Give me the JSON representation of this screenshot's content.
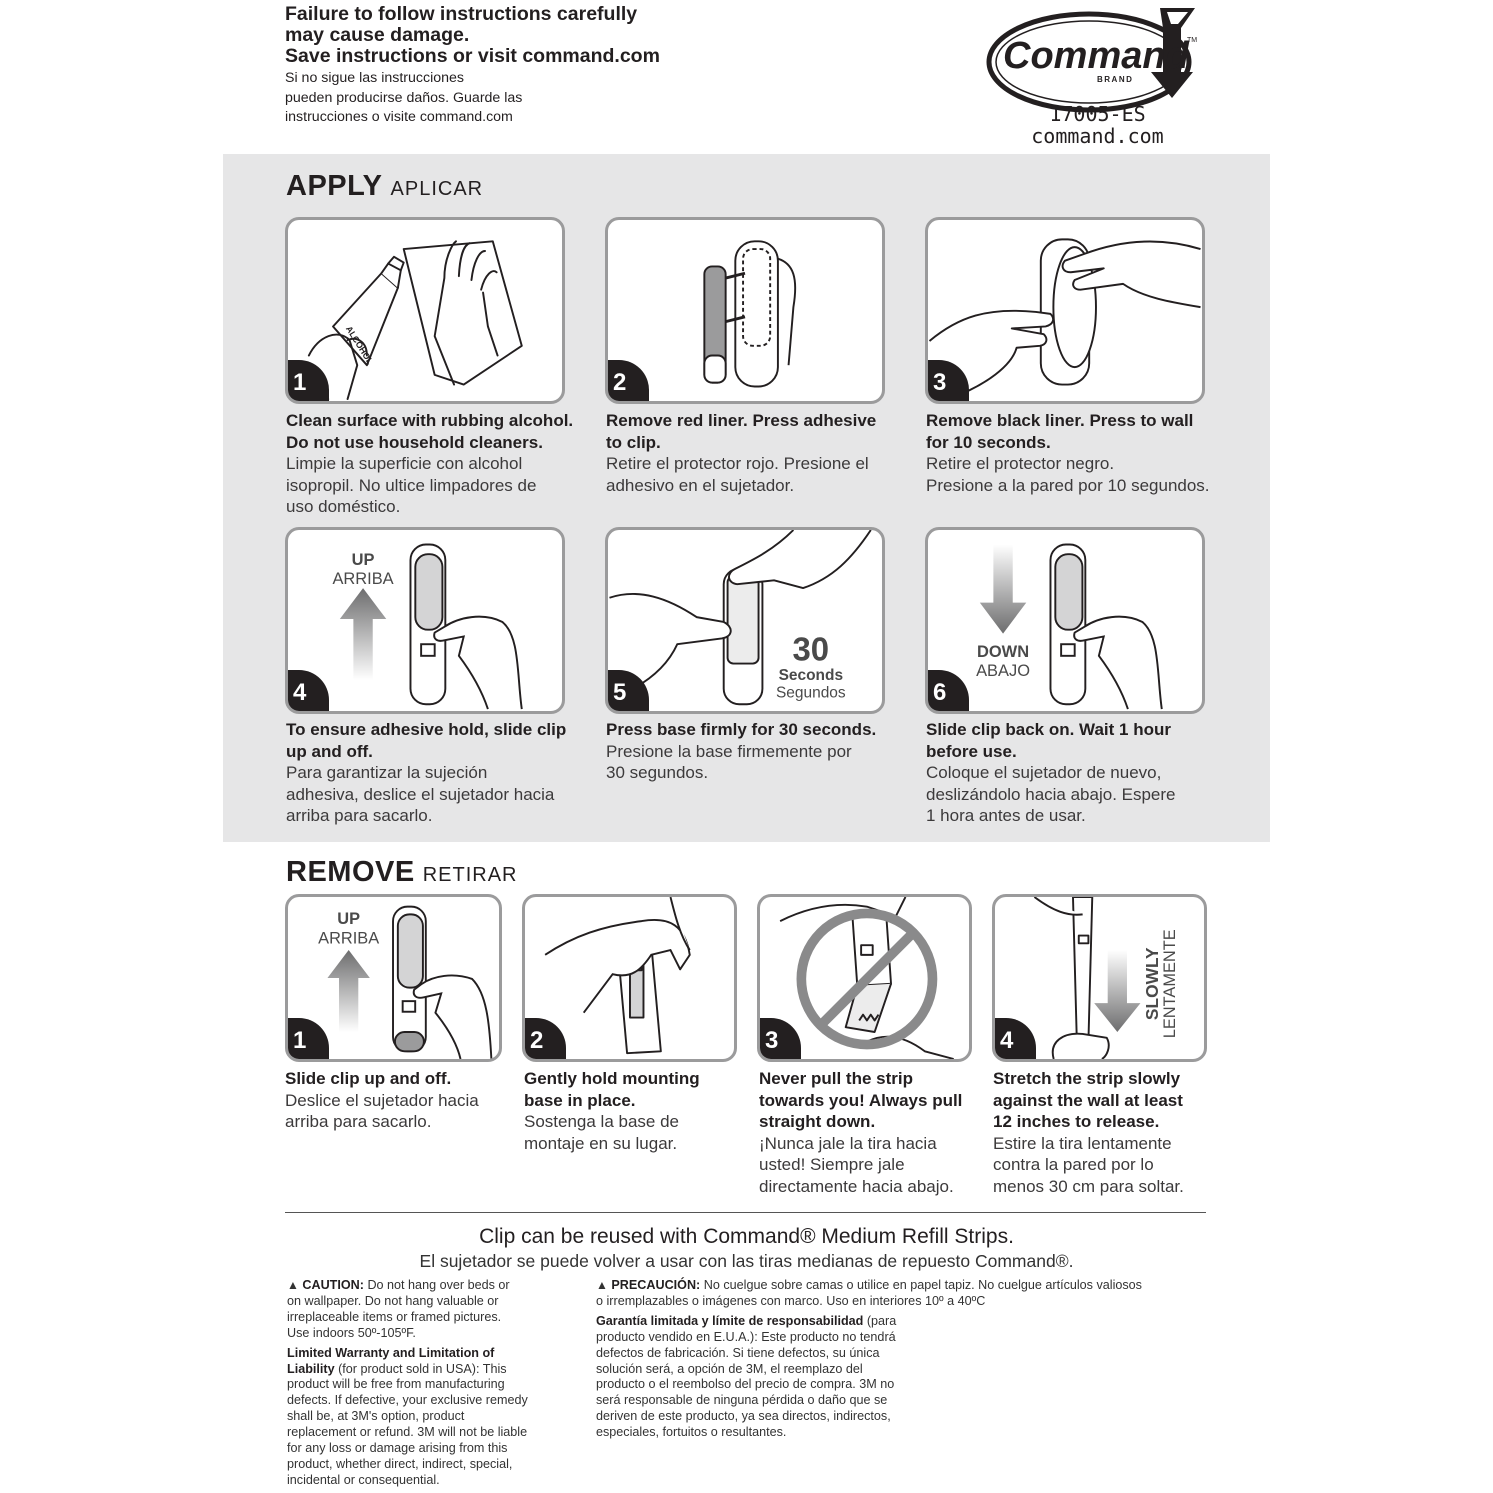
{
  "header": {
    "warning_en_1": "Failure to follow instructions carefully",
    "warning_en_2": "may cause damage.",
    "warning_en_3": "Save instructions or visit command.com",
    "warning_es_1": "Si no sigue las instrucciones",
    "warning_es_2": "pueden producirse daños. Guarde las",
    "warning_es_3": "instrucciones o visite command.com",
    "logo_text": "Command",
    "logo_tm": "TM",
    "logo_brand": "BRAND",
    "model_number": "17005-ES",
    "website": "command.com"
  },
  "apply": {
    "title": "APPLY",
    "subtitle": "APLICAR",
    "steps": [
      {
        "num": "1",
        "en_1": "Clean surface with rubbing alcohol.",
        "en_2": "Do not use household cleaners.",
        "es_1": "Limpie la superficie con alcohol",
        "es_2": "isopropil. No ultice limpadores de",
        "es_3": "uso doméstico.",
        "label": "ALCOHOL"
      },
      {
        "num": "2",
        "en_1": "Remove red liner. Press adhesive",
        "en_2": "to clip.",
        "es_1": "Retire el protector rojo. Presione el",
        "es_2": "adhesivo en el sujetador."
      },
      {
        "num": "3",
        "en_1": "Remove black liner. Press to wall",
        "en_2": "for 10 seconds.",
        "es_1": "Retire el protector negro.",
        "es_2": "Presione a la pared por 10 segundos."
      },
      {
        "num": "4",
        "en_1": "To ensure adhesive hold, slide clip",
        "en_2": "up and off.",
        "es_1": "Para garantizar la sujeción",
        "es_2": "adhesiva, deslice el sujetador hacia",
        "es_3": "arriba para sacarlo.",
        "arrow_en": "UP",
        "arrow_es": "ARRIBA"
      },
      {
        "num": "5",
        "en_1": "Press base firmly for 30 seconds.",
        "es_1": "Presione la base firmemente por",
        "es_2": "30 segundos.",
        "timer_num": "30",
        "timer_en": "Seconds",
        "timer_es": "Segundos"
      },
      {
        "num": "6",
        "en_1": "Slide clip back on. Wait 1 hour",
        "en_2": "before use.",
        "es_1": "Coloque el sujetador de nuevo,",
        "es_2": "deslizándolo hacia abajo. Espere",
        "es_3": "1 hora antes de usar.",
        "arrow_en": "DOWN",
        "arrow_es": "ABAJO"
      }
    ]
  },
  "remove": {
    "title": "REMOVE",
    "subtitle": "RETIRAR",
    "steps": [
      {
        "num": "1",
        "en_1": "Slide clip up and off.",
        "es_1": "Deslice el sujetador hacia",
        "es_2": "arriba para sacarlo.",
        "arrow_en": "UP",
        "arrow_es": "ARRIBA"
      },
      {
        "num": "2",
        "en_1": "Gently hold mounting",
        "en_2": "base in place.",
        "es_1": "Sostenga la base de",
        "es_2": "montaje en su lugar."
      },
      {
        "num": "3",
        "en_1": "Never pull the strip",
        "en_2": "towards you! Always pull",
        "en_3": "straight down.",
        "es_1": "¡Nunca jale la tira hacia",
        "es_2": "usted! Siempre jale",
        "es_3": "directamente hacia abajo."
      },
      {
        "num": "4",
        "en_1": "Stretch the strip slowly",
        "en_2": "against the wall at least",
        "en_3": "12 inches to release.",
        "es_1": "Estire la tira lentamente",
        "es_2": "contra la pared por lo",
        "es_3": "menos 30 cm para soltar.",
        "arrow_en": "SLOWLY",
        "arrow_es": "LENTAMENTE"
      }
    ]
  },
  "reuse": {
    "en": "Clip can be reused with Command® Medium Refill Strips.",
    "es": "El sujetador se puede volver a usar con las tiras medianas de repuesto Command®."
  },
  "caution_en": {
    "label": "CAUTION:",
    "l1": "Do not hang over beds or",
    "l2": "on wallpaper. Do not hang valuable or",
    "l3": "irreplaceable items or framed pictures.",
    "l4": "Use indoors 50º-105ºF.",
    "warranty_title_1": "Limited Warranty and Limitation of",
    "warranty_title_2": "Liability",
    "w2_rest": " (for product sold in USA): This",
    "w3": "product will be free from manufacturing",
    "w4": "defects. If defective, your exclusive remedy",
    "w5": "shall be, at 3M's option, product",
    "w6": "replacement or refund. 3M will not be liable",
    "w7": "for any loss or damage arising from this",
    "w8": "product, whether direct, indirect, special,",
    "w9": "incidental or consequential."
  },
  "caution_es": {
    "label": "PRECAUCIÓN:",
    "l1": "No cuelgue sobre camas o utilice en papel tapiz. No cuelgue artículos valiosos",
    "l2": "o irremplazables o imágenes con marco. Uso en interiores 10º a 40ºC",
    "warranty_title": "Garantía limitada y límite de responsabilidad",
    "w1_rest": " (para",
    "w2": "producto vendido en E.U.A.): Este producto no tendrá",
    "w3": "defectos de fabricación. Si tiene defectos, su única",
    "w4": "solución será, a opción de 3M, el reemplazo del",
    "w5": "producto o el reembolso del precio de compra. 3M no",
    "w6": "será responsable de ninguna pérdida o daño que se",
    "w7": "deriven de este producto, ya sea directos, indirectos,",
    "w8": "especiales, fortuitos o resultantes."
  }
}
